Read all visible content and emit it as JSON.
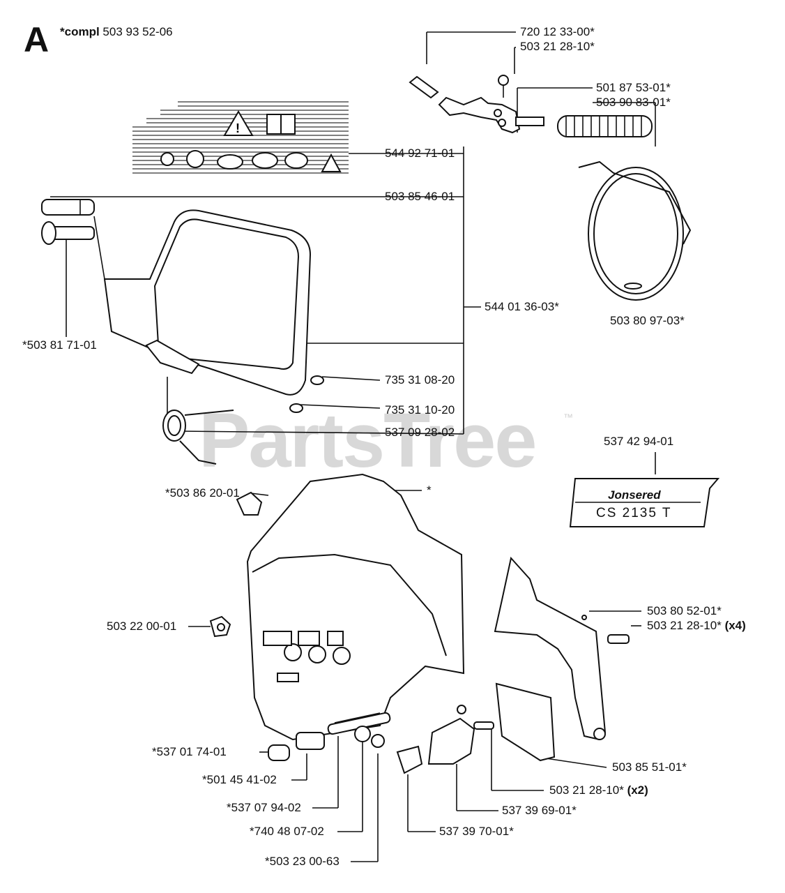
{
  "diagram": {
    "section_letter": "A",
    "compl_note": {
      "prefix": "*compl",
      "number": "503 93 52-06"
    },
    "watermark": "PartsTree",
    "watermark_tm": "™",
    "decal": {
      "brand": "Jonsered",
      "model": "CS 2135 T"
    },
    "labels": [
      {
        "id": "p1",
        "text": "720 12 33-00*"
      },
      {
        "id": "p2",
        "text": "503 21 28-10*"
      },
      {
        "id": "p3",
        "text": "501 87 53-01*"
      },
      {
        "id": "p4",
        "text": "503 90 83-01*"
      },
      {
        "id": "p5",
        "text": "544 92 71-01"
      },
      {
        "id": "p6",
        "text": "503 85 46-01"
      },
      {
        "id": "p7",
        "text": "544 01 36-03*"
      },
      {
        "id": "p8",
        "text": "503 80 97-03*"
      },
      {
        "id": "p9",
        "text": "*503 81 71-01"
      },
      {
        "id": "p10",
        "text": "735 31 08-20"
      },
      {
        "id": "p11",
        "text": "735 31 10-20"
      },
      {
        "id": "p12",
        "text": "537 09 28-02"
      },
      {
        "id": "p13",
        "text": "537 42 94-01"
      },
      {
        "id": "p14",
        "text": "*503 86 20-01"
      },
      {
        "id": "p15",
        "text": "*"
      },
      {
        "id": "p16",
        "text": "503 80 52-01*"
      },
      {
        "id": "p17",
        "text": "503 21 28-10*",
        "suffix": "(x4)"
      },
      {
        "id": "p18",
        "text": "503 22 00-01"
      },
      {
        "id": "p19",
        "text": "*537 01 74-01"
      },
      {
        "id": "p20",
        "text": "*501 45 41-02"
      },
      {
        "id": "p21",
        "text": "503 85 51-01*"
      },
      {
        "id": "p22",
        "text": "503 21 28-10*",
        "suffix": "(x2)"
      },
      {
        "id": "p23",
        "text": "537 39 69-01*"
      },
      {
        "id": "p24",
        "text": "*537 07 94-02"
      },
      {
        "id": "p25",
        "text": "*740 48 07-02"
      },
      {
        "id": "p26",
        "text": "537 39 70-01*"
      },
      {
        "id": "p27",
        "text": "*503 23 00-63"
      }
    ]
  }
}
